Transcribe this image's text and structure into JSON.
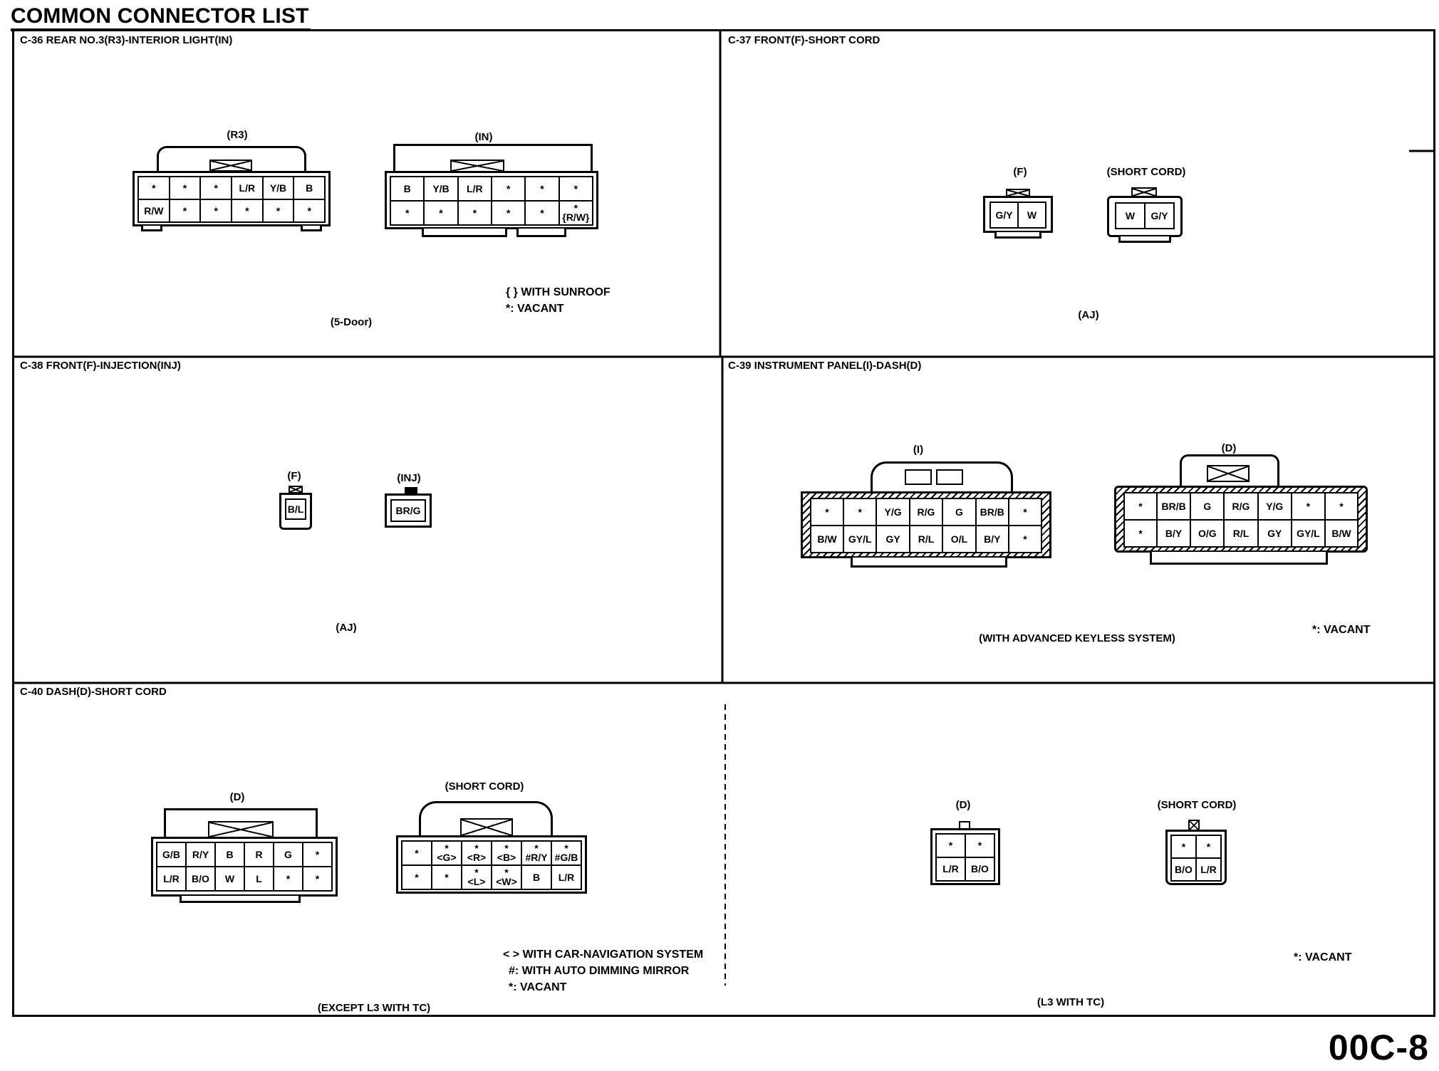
{
  "header": {
    "title": "COMMON CONNECTOR LIST",
    "page_number": "00C-8"
  },
  "panels": {
    "c36": {
      "title": "C-36 REAR NO.3(R3)-INTERIOR LIGHT(IN)",
      "r3_label": "(R3)",
      "in_label": "(IN)",
      "r3_rows": [
        [
          "*",
          "*",
          "*",
          "L/R",
          "Y/B",
          "B"
        ],
        [
          "R/W",
          "*",
          "*",
          "*",
          "*",
          "*"
        ]
      ],
      "in_rows": [
        [
          "B",
          "Y/B",
          "L/R",
          "*",
          "*",
          "*"
        ],
        [
          "*",
          "*",
          "*",
          "*",
          "*",
          "*\n{R/W}"
        ]
      ],
      "note_sunroof": "{ } WITH SUNROOF",
      "note_vacant": "*: VACANT",
      "caption": "(5-Door)"
    },
    "c37": {
      "title": "C-37 FRONT(F)-SHORT CORD",
      "f_label": "(F)",
      "sc_label": "(SHORT CORD)",
      "f_cells": [
        "G/Y",
        "W"
      ],
      "sc_cells": [
        "W",
        "G/Y"
      ],
      "caption": "(AJ)"
    },
    "c38": {
      "title": "C-38 FRONT(F)-INJECTION(INJ)",
      "f_label": "(F)",
      "inj_label": "(INJ)",
      "f_cell": "B/L",
      "inj_cell": "BR/G",
      "caption": "(AJ)"
    },
    "c39": {
      "title": "C-39 INSTRUMENT PANEL(I)-DASH(D)",
      "i_label": "(I)",
      "d_label": "(D)",
      "i_rows": [
        [
          "*",
          "*",
          "Y/G",
          "R/G",
          "G",
          "BR/B",
          "*"
        ],
        [
          "B/W",
          "GY/L",
          "GY",
          "R/L",
          "O/L",
          "B/Y",
          "*"
        ]
      ],
      "d_rows": [
        [
          "*",
          "BR/B",
          "G",
          "R/G",
          "Y/G",
          "*",
          "*"
        ],
        [
          "*",
          "B/Y",
          "O/G",
          "R/L",
          "GY",
          "GY/L",
          "B/W"
        ]
      ],
      "note_vacant": "*: VACANT",
      "caption": "(WITH ADVANCED KEYLESS SYSTEM)"
    },
    "c40": {
      "title": "C-40 DASH(D)-SHORT CORD",
      "d_label": "(D)",
      "sc_label": "(SHORT CORD)",
      "d_rows": [
        [
          "G/B",
          "R/Y",
          "B",
          "R",
          "G",
          "*"
        ],
        [
          "L/R",
          "B/O",
          "W",
          "L",
          "*",
          "*"
        ]
      ],
      "sc_rows": [
        [
          "*",
          "*\n<G>",
          "*\n<R>",
          "*\n<B>",
          "*\n#R/Y",
          "*\n#G/B"
        ],
        [
          "*",
          "*",
          "*\n<L>",
          "*\n<W>",
          "B",
          "L/R"
        ]
      ],
      "note_nav": "< > WITH CAR-NAVIGATION SYSTEM",
      "note_dim": "#: WITH AUTO DIMMING MIRROR",
      "note_vacant": "*: VACANT",
      "caption": "(EXCEPT L3 WITH TC)",
      "right_d_label": "(D)",
      "right_sc_label": "(SHORT CORD)",
      "right_d_rows": [
        [
          "*",
          "*"
        ],
        [
          "L/R",
          "B/O"
        ]
      ],
      "right_sc_rows": [
        [
          "*",
          "*"
        ],
        [
          "B/O",
          "L/R"
        ]
      ],
      "right_note_vacant": "*: VACANT",
      "right_caption": "(L3 WITH TC)"
    }
  }
}
